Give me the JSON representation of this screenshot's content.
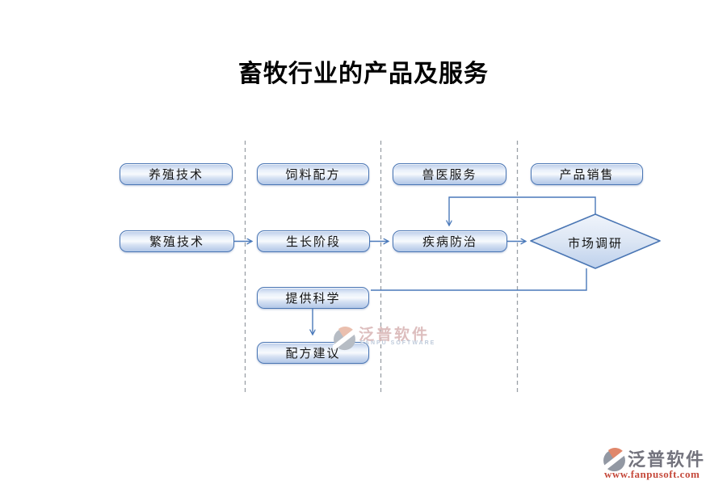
{
  "title": "畜牧行业的产品及服务",
  "flowchart": {
    "nodes": {
      "breeding_tech": {
        "label": "养殖技术",
        "shape": "rounded-rect"
      },
      "feed_formula": {
        "label": "饲料配方",
        "shape": "rounded-rect"
      },
      "vet_service": {
        "label": "兽医服务",
        "shape": "rounded-rect"
      },
      "product_sales": {
        "label": "产品销售",
        "shape": "rounded-rect"
      },
      "reproduction_tech": {
        "label": "繁殖技术",
        "shape": "rounded-rect"
      },
      "growth_stage": {
        "label": "生长阶段",
        "shape": "rounded-rect"
      },
      "disease_control": {
        "label": "疾病防治",
        "shape": "rounded-rect"
      },
      "market_research": {
        "label": "市场调研",
        "shape": "diamond"
      },
      "provide_science": {
        "label": "提供科学",
        "shape": "rounded-rect"
      },
      "formula_advice": {
        "label": "配方建议",
        "shape": "rounded-rect"
      }
    },
    "edges": [
      {
        "from": "繁殖技术",
        "to": "生长阶段",
        "style": "arrow"
      },
      {
        "from": "生长阶段",
        "to": "疾病防治",
        "style": "arrow"
      },
      {
        "from": "疾病防治",
        "to": "市场调研",
        "style": "arrow"
      },
      {
        "from": "市场调研",
        "to": "疾病防治",
        "style": "arrow-elbow-top"
      },
      {
        "from": "市场调研",
        "to": "提供科学",
        "style": "line-elbow-bottom"
      },
      {
        "from": "提供科学",
        "to": "配方建议",
        "style": "arrow"
      }
    ],
    "column_dividers": 3
  },
  "watermark": {
    "brand": "泛普软件",
    "subtitle": "FANPU SOFTWARE"
  },
  "footer_logo": {
    "brand": "泛普软件",
    "url": "www.fanpusoft.com"
  },
  "colors": {
    "node_border": "#4a76b4",
    "node_fill": "#cdd9f0",
    "connector": "#4a79ba",
    "divider": "#9aa0a6",
    "brand_gray": "#73737d",
    "brand_red": "#c54a3c",
    "brand_orange": "#e0876b"
  }
}
